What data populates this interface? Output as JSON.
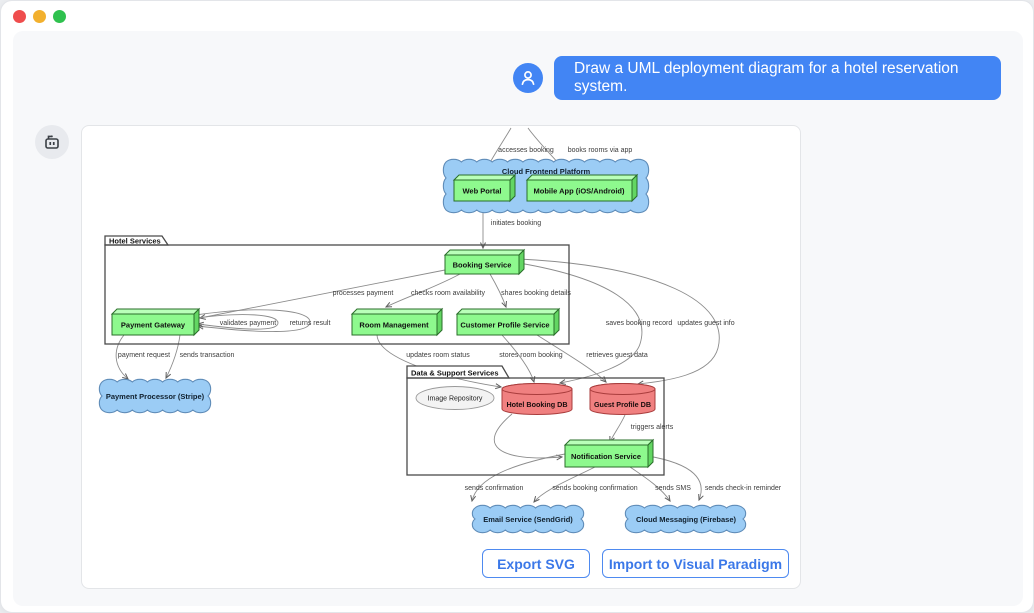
{
  "window": {
    "controls": [
      "close",
      "minimize",
      "zoom"
    ],
    "colors": {
      "accent_blue": "#4285f4",
      "cloud_fill": "#9bccf5",
      "node_green": "#8ef98e",
      "db_red": "#f08080",
      "traffic_red": "#ef4d4d",
      "traffic_yellow": "#f2b02e",
      "traffic_green": "#2fc14e"
    }
  },
  "chat": {
    "user_message": "Draw a UML deployment diagram for a hotel reservation system."
  },
  "actions": {
    "export_svg": "Export SVG",
    "import_vp": "Import to Visual Paradigm"
  },
  "diagram": {
    "packages": {
      "frontend": "Cloud Frontend Platform",
      "hotel": "Hotel Services",
      "data": "Data & Support Services"
    },
    "nodes": {
      "web_portal": "Web Portal",
      "mobile_app": "Mobile App (iOS/Android)",
      "booking_service": "Booking Service",
      "payment_gateway": "Payment Gateway",
      "room_management": "Room Management",
      "customer_profile": "Customer Profile Service",
      "image_repository": "Image Repository",
      "hotel_booking_db": "Hotel Booking DB",
      "guest_profile_db": "Guest Profile DB",
      "notification_service": "Notification Service",
      "payment_processor": "Payment Processor (Stripe)",
      "email_service": "Email Service (SendGrid)",
      "cloud_messaging": "Cloud Messaging (Firebase)"
    },
    "edge_labels": {
      "accesses_booking": "accesses booking",
      "books_rooms": "books rooms via app",
      "initiates_booking": "initiates booking",
      "processes_payment": "processes payment",
      "checks_room": "checks room availability",
      "shares_details": "shares booking details",
      "validates_payment": "validates payment",
      "returns_result": "returns result",
      "payment_request": "payment request",
      "sends_transaction": "sends transaction",
      "updates_room_status": "updates room status",
      "stores_room_booking": "stores room booking",
      "retrieves_guest_data": "retrieves guest data",
      "saves_booking_record": "saves booking record",
      "updates_guest_info": "updates guest info",
      "triggers_alerts": "triggers alerts",
      "sends_confirmation": "sends confirmation",
      "sends_booking_confirmation": "sends booking confirmation",
      "sends_sms": "sends SMS",
      "sends_checkin_reminder": "sends check-in reminder"
    }
  }
}
